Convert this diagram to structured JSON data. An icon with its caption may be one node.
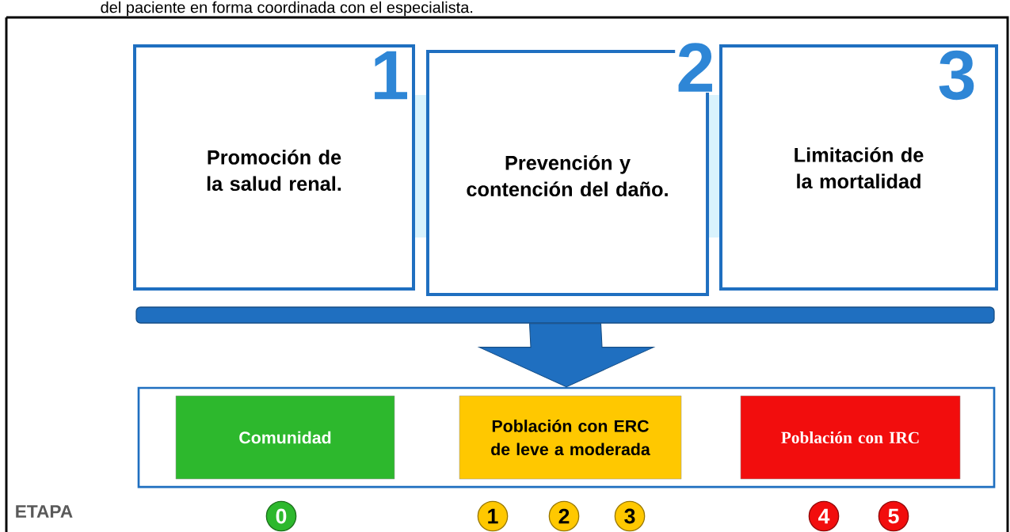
{
  "diagram": {
    "nodes": [
      {
        "text": [
          "1",
          "Promoción de la salud renal."
        ]
      },
      {
        "text": [
          "2",
          "Prevención y contención del daño."
        ]
      },
      {
        "text": [
          "3",
          "Limitación de la mortalidad"
        ]
      },
      {
        "text": [],
        "shape": "bar"
      },
      {
        "text": [],
        "shape": "box"
      },
      {
        "text": [
          "Comunidad"
        ],
        "in": 4
      },
      {
        "text": [
          "Población con ERC de leve a moderada"
        ],
        "in": 4
      },
      {
        "text": [
          "Población con IRC"
        ],
        "in": 4
      },
      {
        "text": [
          "0"
        ]
      },
      {
        "text": [
          "1"
        ]
      },
      {
        "text": [
          "2"
        ]
      },
      {
        "text": [
          "3"
        ]
      },
      {
        "text": [
          "4"
        ]
      },
      {
        "text": [
          "5"
        ]
      }
    ],
    "edges": [
      {
        "from": 3,
        "to": 4,
        "arrow": "to",
        "style": "thick"
      }
    ],
    "labels": [
      "del paciente en forma coordinada con el especialista.",
      "ETAPA"
    ]
  }
}
